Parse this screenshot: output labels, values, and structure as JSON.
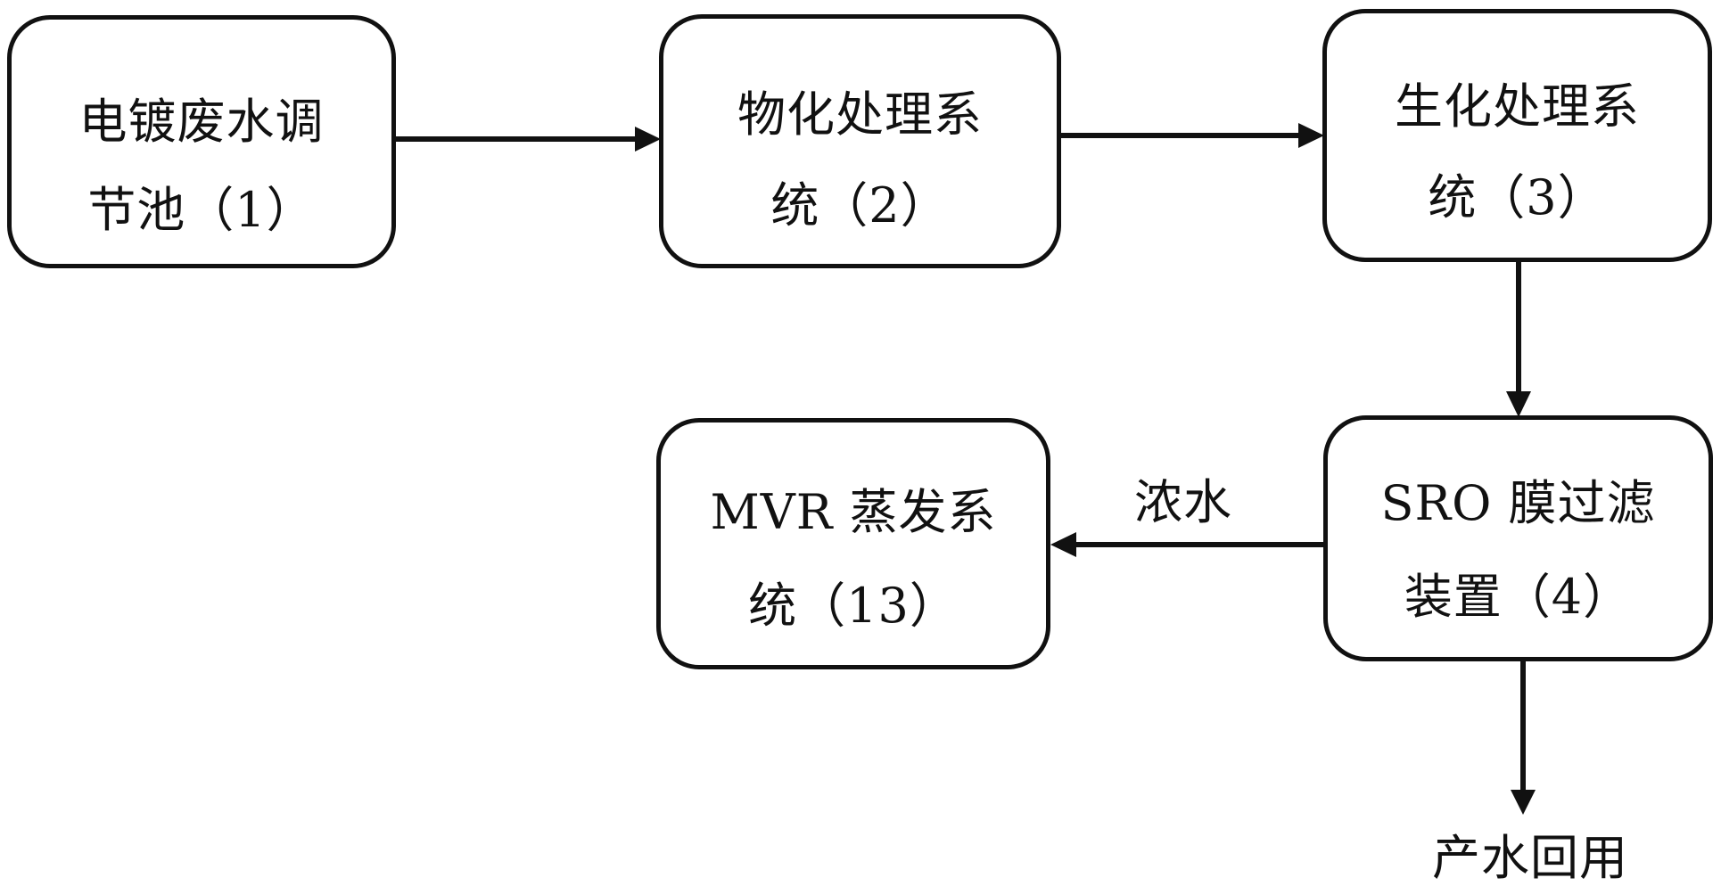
{
  "nodes": {
    "equalization_tank": {
      "line1": "电镀废水调",
      "line2": "节池（1）"
    },
    "physicochemical": {
      "line1": "物化处理系",
      "line2": "统（2）"
    },
    "biochemical": {
      "line1": "生化处理系",
      "line2": "统（3）"
    },
    "sro_membrane": {
      "line1": "SRO 膜过滤",
      "line2": "装置（4）"
    },
    "mvr_evaporation": {
      "line1": "MVR 蒸发系",
      "line2": "统（13）"
    }
  },
  "edge_labels": {
    "concentrate": "浓水",
    "product_reuse": "产水回用"
  },
  "colors": {
    "stroke": "#111111",
    "background": "#ffffff"
  }
}
